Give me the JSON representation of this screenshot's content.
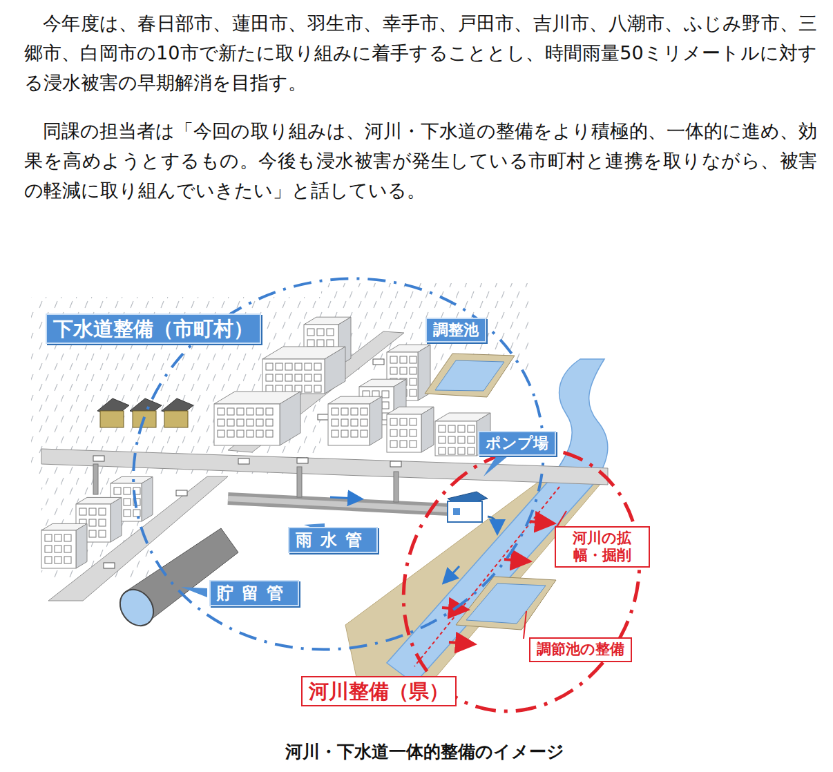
{
  "diagram": {
    "caption": "河川・下水道一体的整備のイメージ",
    "nodes": [
      {
        "text": [
          "下水道整備（市町村）"
        ]
      },
      {
        "text": [
          "調整池"
        ]
      },
      {
        "text": [
          "ポンプ場"
        ]
      },
      {
        "text": [
          "河川の拡幅・掘削"
        ]
      },
      {
        "text": [
          "雨水管"
        ]
      },
      {
        "text": [
          "貯留管"
        ]
      },
      {
        "text": [
          "調節池の整備"
        ]
      },
      {
        "text": [
          "河川整備（県）"
        ]
      }
    ],
    "labels": [
      "今年度は、春日部市、蓮田市、羽生市、幸手市、戸田市、吉川市、八潮市、ふじみ野市、三郷市、白岡市の10市で新たに取り組みに着手することとし、時間雨量50ミリメートルに対する浸水被害の早期解消を目指す。",
      "同課の担当者は「今回の取り組みは、河川・下水道の整備をより積極的、一体的に進め、効果を高めようとするもの。今後も浸水被害が発生している市町村と連携を取りながら、被害の軽減に取り組んでいきたい」と話している。"
    ]
  }
}
